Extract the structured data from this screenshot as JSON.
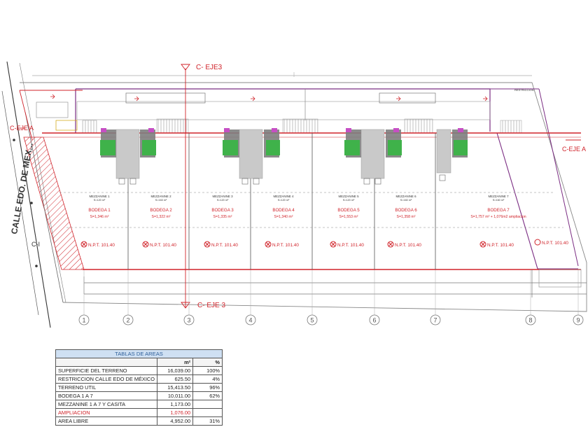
{
  "street": {
    "label": "CALLE EDO. DE MEX..."
  },
  "axis_marks": {
    "eje3_top": "C- EJE3",
    "eje3_bottom": "C- EJE 3",
    "ejea_left": "C-EJE A",
    "ejea_right": "C-EJE A",
    "c1": "C-I"
  },
  "restriccion_tag": "RESTRICCION",
  "bodegas": [
    {
      "mezzanine": "MEZZANINE 1",
      "mezz_area": "S=120 m²",
      "name": "BODEGA 1",
      "area": "S=1,346 m²",
      "npt": "N.P.T. 101.40"
    },
    {
      "mezzanine": "MEZZANINE 2",
      "mezz_area": "S=163 m²",
      "name": "BODEGA 2",
      "area": "S=1,322 m²",
      "npt": "N.P.T. 101.40"
    },
    {
      "mezzanine": "MEZZANINE 3",
      "mezz_area": "S=120 m²",
      "name": "BODEGA 3",
      "area": "S=1,335 m²",
      "npt": "N.P.T. 101.40"
    },
    {
      "mezzanine": "MEZZANINE 4",
      "mezz_area": "S=120 m²",
      "name": "BODEGA 4",
      "area": "S=1,340 m²",
      "npt": "N.P.T. 101.40"
    },
    {
      "mezzanine": "MEZZANINE 5",
      "mezz_area": "S=120 m²",
      "name": "BODEGA 5",
      "area": "S=1,553 m²",
      "npt": "N.P.T. 101.40"
    },
    {
      "mezzanine": "MEZZANINE 6",
      "mezz_area": "S=160 m²",
      "name": "BODEGA 6",
      "area": "S=1,358 m²",
      "npt": "N.P.T. 101.40"
    },
    {
      "mezzanine": "MEZZANINE 7",
      "mezz_area": "S=160 m²",
      "name": "BODEGA 7",
      "area": "S=1,757 m² + 1,076m2 ampliacion",
      "npt": "N.P.T. 101.40"
    }
  ],
  "npt_extra": "N.P.T. 101.40",
  "grid_axes": [
    "1",
    "2",
    "3",
    "4",
    "5",
    "6",
    "7",
    "8",
    "9"
  ],
  "area_table": {
    "title": "TABLAS DE AREAS",
    "columns": [
      "",
      "m²",
      "%"
    ],
    "rows": [
      {
        "label": "SUPERFICIE DEL TERRENO",
        "m2": "16,039.00",
        "pct": "100%",
        "highlight": false
      },
      {
        "label": "RESTRICCION CALLE EDO DE MÉXICO",
        "m2": "625.50",
        "pct": "4%",
        "highlight": false
      },
      {
        "label": "TERRENO UTIL",
        "m2": "15,413.50",
        "pct": "96%",
        "highlight": false
      },
      {
        "label": "BODEGA 1 A 7",
        "m2": "10,011.00",
        "pct": "62%",
        "highlight": false
      },
      {
        "label": "MEZZANINE 1 A 7 Y CASITA",
        "m2": "1,173.00",
        "pct": "",
        "highlight": false
      },
      {
        "label": "AMPLIACION",
        "m2": "1,076.00",
        "pct": "",
        "highlight": true
      },
      {
        "label": "AREA LIBRE",
        "m2": "4,952.00",
        "pct": "31%",
        "highlight": false
      }
    ]
  },
  "colors": {
    "red": "#d0232a",
    "purple": "#7b2d83",
    "green": "#3fb24a",
    "magenta": "#c64fc4",
    "header_blue": "#cfe0f3"
  }
}
